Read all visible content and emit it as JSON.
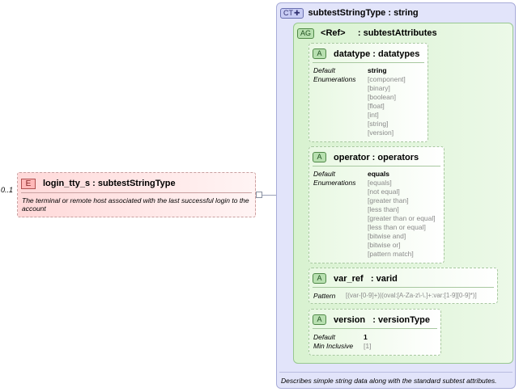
{
  "element": {
    "badge": "E",
    "title": "login_tty_s : subtestStringType",
    "documentation": "The terminal or remote host associated with the last successful login to the account",
    "occurrence": "0..1"
  },
  "complex_type": {
    "badge": "CT",
    "title": "subtestStringType : string",
    "documentation": "Describes simple string data along with the standard subtest attributes."
  },
  "attribute_group": {
    "badge": "AG",
    "title": "<Ref>     : subtestAttributes"
  },
  "attributes": {
    "datatype": {
      "badge": "A",
      "title": "datatype : datatypes",
      "default_label": "Default",
      "default_value": "string",
      "enum_label": "Enumerations",
      "enumerations": [
        "[component]",
        "[binary]",
        "[boolean]",
        "[float]",
        "[int]",
        "[string]",
        "[version]"
      ]
    },
    "operator": {
      "badge": "A",
      "title": "operator : operators",
      "default_label": "Default",
      "default_value": "equals",
      "enum_label": "Enumerations",
      "enumerations": [
        "[equals]",
        "[not equal]",
        "[greater than]",
        "[less than]",
        "[greater than or equal]",
        "[less than or equal]",
        "[bitwise and]",
        "[bitwise or]",
        "[pattern match]"
      ]
    },
    "var_ref": {
      "badge": "A",
      "title": "var_ref   : varid",
      "pattern_label": "Pattern",
      "pattern_value": "[(var-[0-9]+)|(oval:[A-Za-z\\-\\.]+:var:[1-9][0-9]*)]"
    },
    "version": {
      "badge": "A",
      "title": "version   : versionType",
      "default_label": "Default",
      "default_value": "1",
      "min_label": "Min Inclusive",
      "min_value": "[1]"
    }
  }
}
